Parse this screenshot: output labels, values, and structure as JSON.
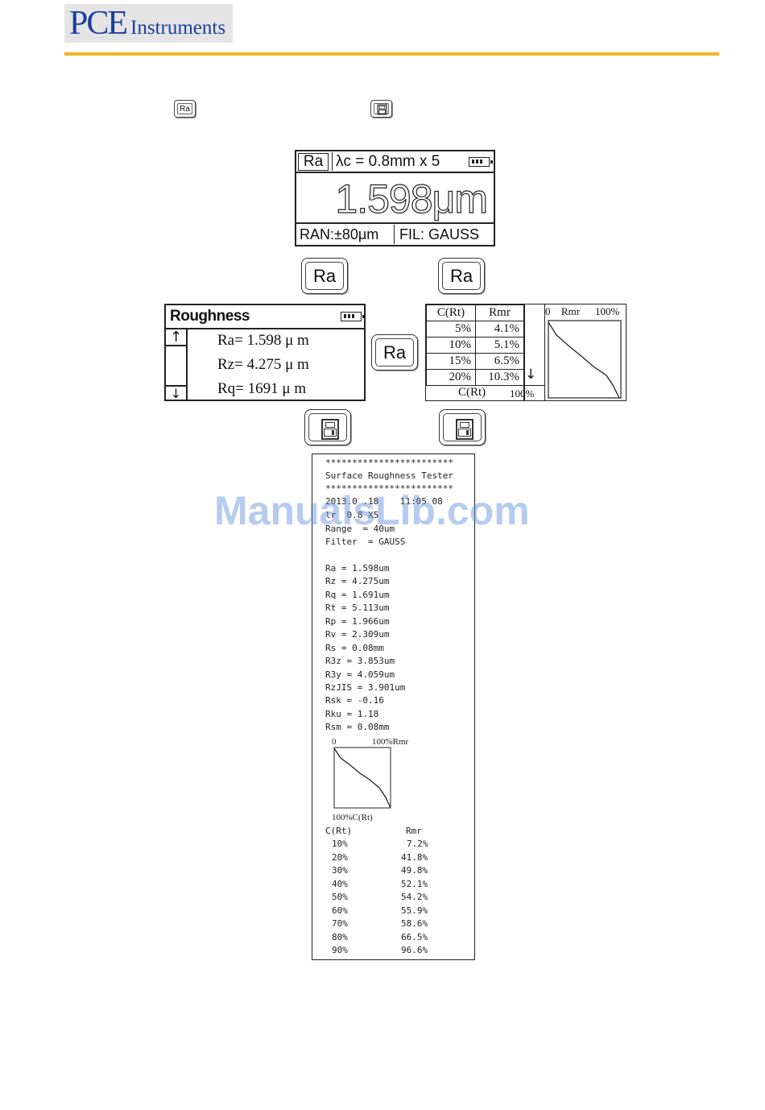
{
  "header": {
    "logo_pce": "PCE",
    "logo_instruments": "Instruments",
    "brand_color": "#1c3f9c",
    "rule_color": "#f0b322"
  },
  "keys": {
    "ra_label": "Ra"
  },
  "lcd": {
    "ra": "Ra",
    "cutoff": "λc = 0.8mm x 5",
    "value": "1.598μm",
    "range": "RAN:±80μm",
    "filter": "FIL:  GAUSS"
  },
  "roughness": {
    "title": "Roughness",
    "up_arrow": "↑",
    "down_arrow": "↓",
    "ra": "Ra=  1.598 μ m",
    "rz": "Rz=  4.275 μ m",
    "rq": "Rq=  1691 μ m"
  },
  "ctable": {
    "headers": [
      "C(Rt)",
      "Rmr"
    ],
    "rows": [
      [
        "5%",
        "4.1%"
      ],
      [
        "10%",
        "5.1%"
      ],
      [
        "15%",
        "6.5%"
      ],
      [
        "20%",
        "10.3%"
      ]
    ],
    "footer_label": "C(Rt)",
    "footer_pct": "100%",
    "down_arrow": "↓",
    "graph_zero": "0",
    "graph_rmr": "Rmr",
    "graph_max": "100%"
  },
  "receipt": {
    "stars": "************************",
    "title": "Surface Roughness Tester",
    "date_line": "2013.0 .18    11:05 08",
    "lr_line": "lr  0.8 X5",
    "range_line": "Range  = 40um",
    "filter_line": "Filter  = GAUSS",
    "params": [
      "Ra = 1.598um",
      "Rz = 4.275um",
      "Rq = 1.691um",
      "Rt = 5.113um",
      "Rp = 1.966um",
      "Rv = 2.309um",
      "Rs = 0.08mm",
      "R3z = 3.853um",
      "R3y = 4.059um",
      "RzJIS = 3.901um",
      "Rsk = -0.16",
      "Rku = 1.18",
      "Rsm = 0.08mm"
    ],
    "graph_zero": "0",
    "graph_top": "100%Rmr",
    "graph_bottom": "100%C(Rt)",
    "table_col1": "C(Rt)",
    "table_col2": "Rmr",
    "table_rows": [
      [
        "10%",
        "7.2%"
      ],
      [
        "20%",
        "41.8%"
      ],
      [
        "30%",
        "49.8%"
      ],
      [
        "40%",
        "52.1%"
      ],
      [
        "50%",
        "54.2%"
      ],
      [
        "60%",
        "55.9%"
      ],
      [
        "70%",
        "58.6%"
      ],
      [
        "80%",
        "66.5%"
      ],
      [
        "90%",
        "96.6%"
      ]
    ]
  },
  "watermark": "ManualsLib.com"
}
